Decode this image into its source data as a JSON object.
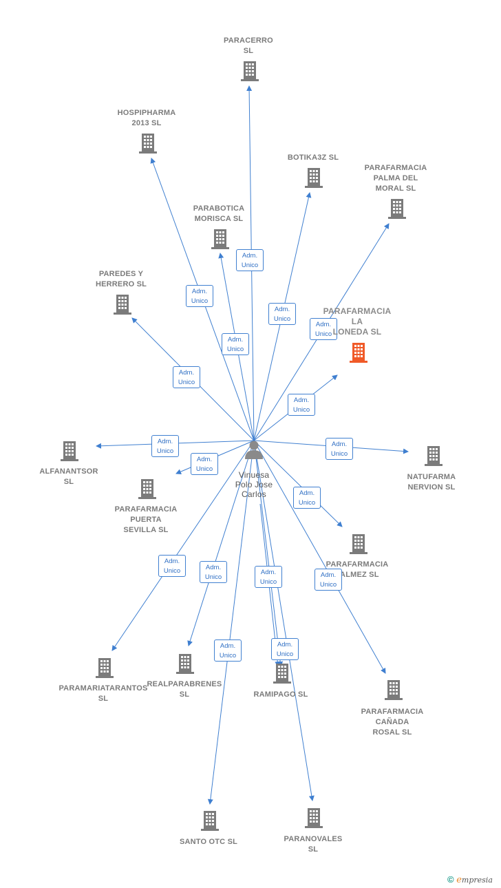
{
  "colors": {
    "line": "#3f7fd0",
    "company": "#7b7b7b",
    "highlight": "#f05a28",
    "person": "#8a8a8a"
  },
  "icons": {
    "company": "building-icon",
    "person": "person-icon"
  },
  "person": {
    "name": "Vinuesa\nPolo Jose\nCarlos"
  },
  "relation_label": "Adm.\nUnico",
  "companies": [
    {
      "id": "paracerro",
      "name": "PARACERRO\nSL"
    },
    {
      "id": "hospipharma",
      "name": "HOSPIPHARMA\n2013  SL"
    },
    {
      "id": "botika3z",
      "name": "BOTIKA3Z  SL"
    },
    {
      "id": "palma",
      "name": "PARAFARMACIA\nPALMA DEL\nMORAL  SL"
    },
    {
      "id": "parabotica",
      "name": "PARABOTICA\nMORISCA  SL"
    },
    {
      "id": "paredes",
      "name": "PAREDES Y\nHERRERO  SL"
    },
    {
      "id": "laloneda",
      "name": "PARAFARMACIA\nLA\nLONEDA  SL",
      "highlight": true
    },
    {
      "id": "alfanantsor",
      "name": "ALFANANTSOR\nSL"
    },
    {
      "id": "natufarma",
      "name": "NATUFARMA\nNERVION  SL"
    },
    {
      "id": "puerta",
      "name": "PARAFARMACIA\nPUERTA\nSEVILLA  SL"
    },
    {
      "id": "palmez",
      "name": "PARAFARMACIA\nPALMEZ  SL"
    },
    {
      "id": "paramaria",
      "name": "PARAMARIATARANTOS\nSL"
    },
    {
      "id": "realpara",
      "name": "REALPARABRENES\nSL"
    },
    {
      "id": "ramipago",
      "name": "RAMIPAGO  SL"
    },
    {
      "id": "canada",
      "name": "PARAFARMACIA\nCAÑADA\nROSAL  SL"
    },
    {
      "id": "santo",
      "name": "SANTO OTC  SL"
    },
    {
      "id": "paranovales",
      "name": "PARANOVALES\nSL"
    }
  ],
  "footer": {
    "copyright": "©",
    "brand_initial": "e",
    "brand_rest": "mpresia"
  }
}
